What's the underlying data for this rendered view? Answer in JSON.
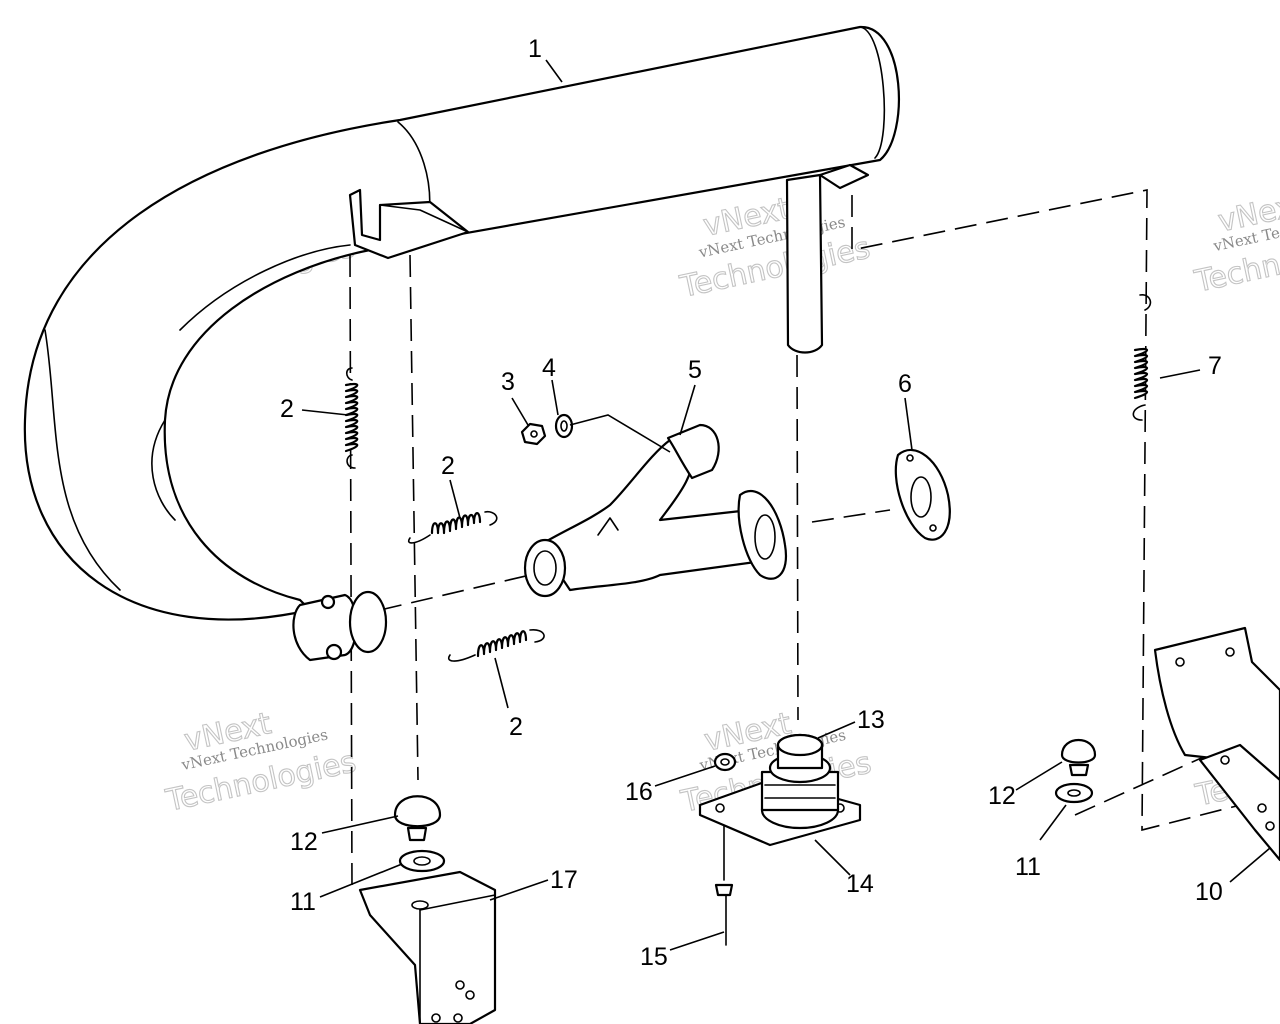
{
  "watermark": {
    "line_small": "vNext Technologies",
    "line_big_1": "vNext",
    "line_big_2": "Technologies"
  },
  "callouts": {
    "c1": "1",
    "c2a": "2",
    "c2b": "2",
    "c2c": "2",
    "c3": "3",
    "c4": "4",
    "c5": "5",
    "c6": "6",
    "c7": "7",
    "c10": "10",
    "c11a": "11",
    "c11b": "11",
    "c12a": "12",
    "c12b": "12",
    "c13": "13",
    "c14": "14",
    "c15": "15",
    "c16": "16",
    "c17": "17"
  }
}
